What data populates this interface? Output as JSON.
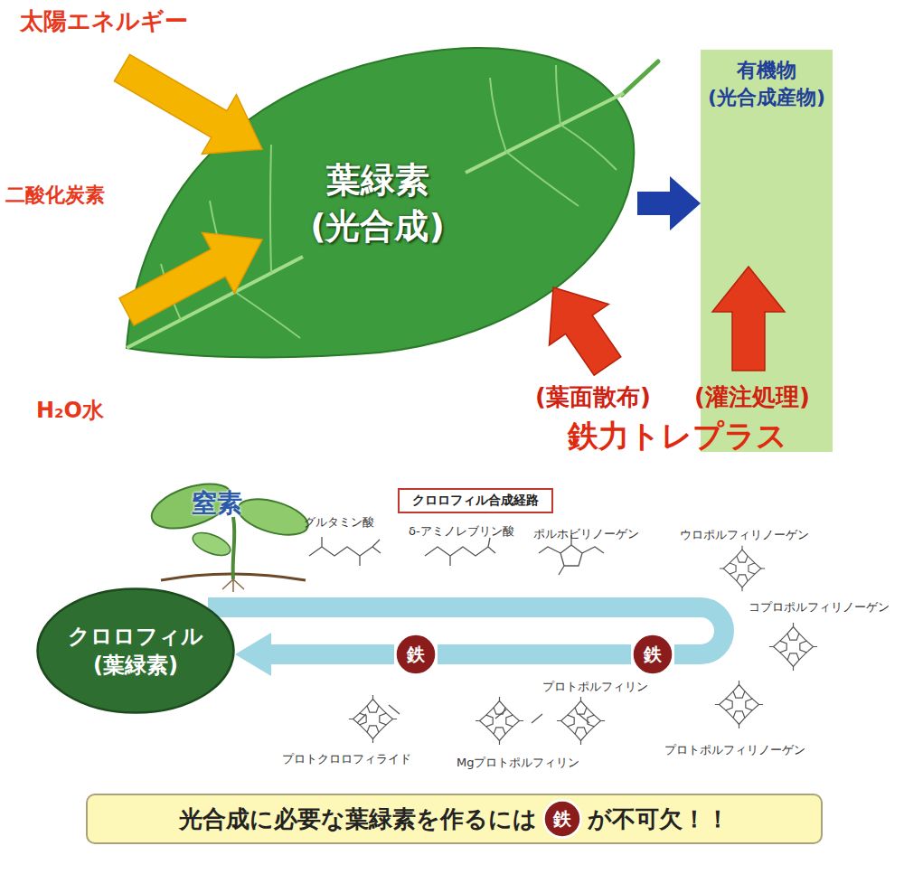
{
  "diagram": {
    "nodes": [
      {
        "text": [
          "葉緑素 (光合成)"
        ]
      },
      {
        "text": [
          "有機物 (光合成産物)"
        ]
      },
      {
        "text": [
          "クロロフィル合成経路"
        ]
      },
      {
        "text": [
          "クロロフィル (葉緑素)"
        ]
      },
      {
        "text": [
          "鉄"
        ]
      },
      {
        "text": [
          "鉄"
        ]
      },
      {
        "text": [
          "光合成に必要な葉緑素を作るには",
          "が不可欠！！"
        ]
      },
      {
        "text": [
          "鉄"
        ],
        "in": 6
      }
    ],
    "edges": [
      {
        "from": 0,
        "to": 1,
        "arrow": "to"
      },
      {
        "from": 5,
        "to": 4,
        "arrow": "none"
      },
      {
        "from": 4,
        "to": 3,
        "arrow": "to"
      }
    ],
    "labels": [
      "太陽エネルギー",
      "二酸化炭素",
      "H₂O水",
      "(葉面散布)",
      "(灌注処理)",
      "鉄力トレプラス",
      "窒素",
      "グルタミン酸",
      "δ-アミノレブリン酸",
      "ポルホビリノーゲン",
      "ウロポルフィリノーゲン",
      "コプロポルフィリノーゲン",
      "プロトポルフィリン",
      "プロトポルフィリノーゲン",
      "プロトクロロフィライド",
      "Mgプロトポルフィリン"
    ]
  }
}
